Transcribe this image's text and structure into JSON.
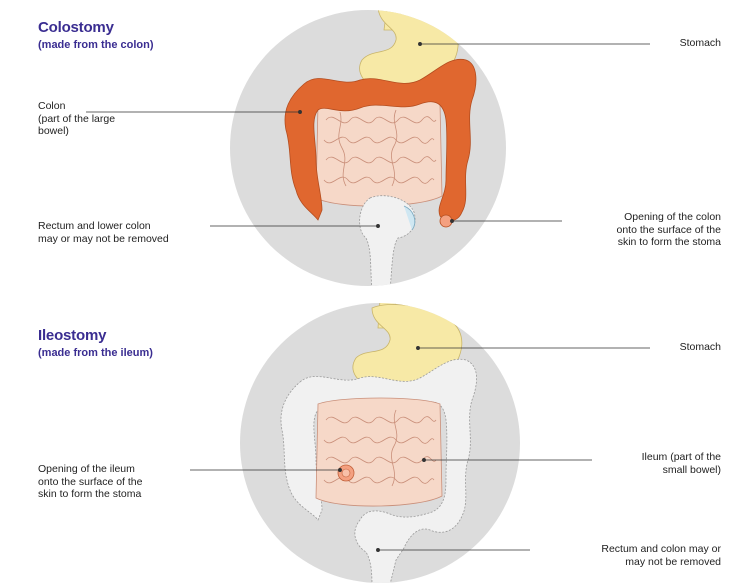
{
  "colostomy": {
    "title": "Colostomy",
    "subtitle": "(made from the colon)",
    "labels": {
      "stomach": "Stomach",
      "colon": "Colon\n(part of the large\nbowel)",
      "rectum": "Rectum and lower colon\nmay or may not be removed",
      "opening": "Opening of the colon\nonto the surface of the\nskin to form the stoma"
    }
  },
  "ileostomy": {
    "title": "Ileostomy",
    "subtitle": "(made from the ileum)",
    "labels": {
      "stomach": "Stomach",
      "opening": "Opening of the ileum\nonto the surface of the\nskin to form the stoma",
      "ileum": "Ileum (part of the\nsmall bowel)",
      "rectum": "Rectum and colon may or\nmay not be removed"
    }
  },
  "colors": {
    "title": "#3a2d91",
    "circle": "#dcdcdc",
    "stomach": "#f7e9a6",
    "colon": "#e0672f",
    "small_bowel": "#f6d8c8",
    "removed_bowel": "#f1f1f1"
  }
}
